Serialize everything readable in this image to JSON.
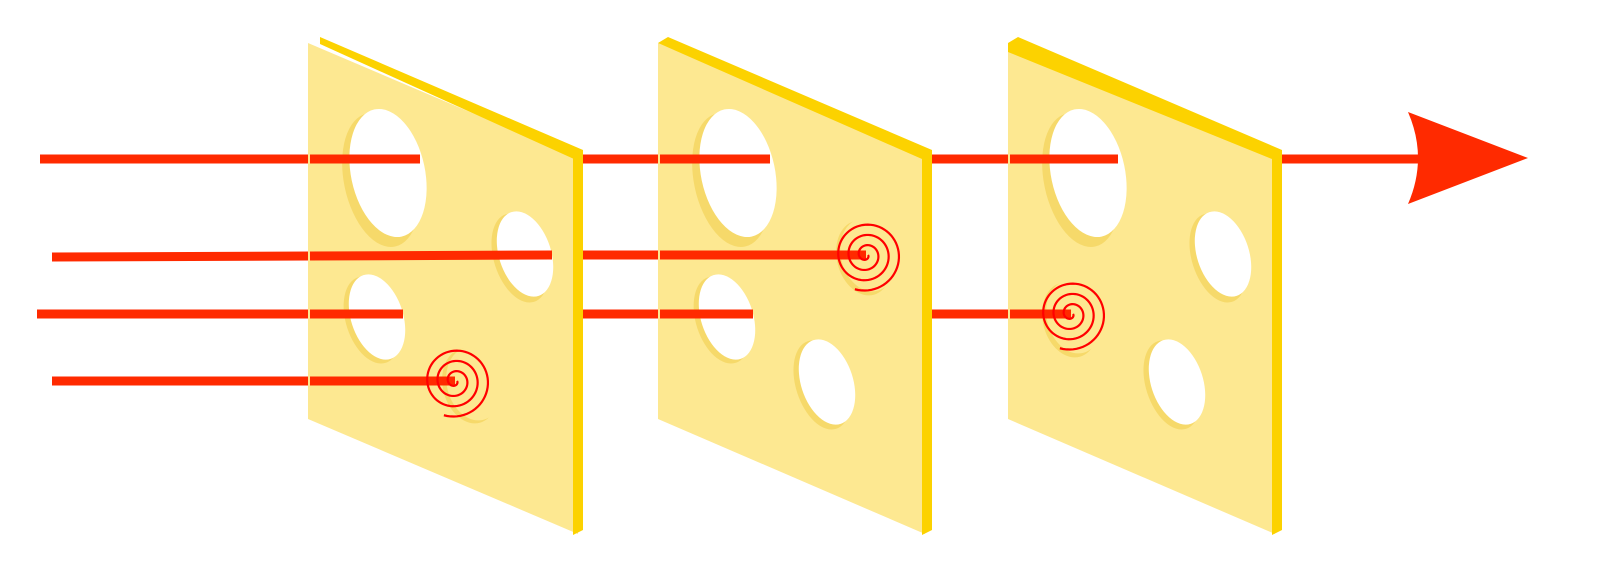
{
  "diagram": {
    "type": "swiss-cheese-model",
    "layer_count": 3,
    "ray_count": 4,
    "colors": {
      "cheese_face": "#fde891",
      "cheese_edge": "#fcd200",
      "hole_rim": "#f6d96a",
      "hole": "#ffffff",
      "ray": "#ff2a00",
      "spiral": "#ff0000",
      "background": "#ffffff"
    },
    "layers": [
      {
        "index": 1,
        "holes": 4
      },
      {
        "index": 2,
        "holes": 4
      },
      {
        "index": 3,
        "holes": 4
      }
    ],
    "rays": [
      {
        "index": 1,
        "blocked_at_layer": null,
        "arrowhead": true
      },
      {
        "index": 2,
        "blocked_at_layer": 2,
        "spiral": true
      },
      {
        "index": 3,
        "blocked_at_layer": 3,
        "spiral": true
      },
      {
        "index": 4,
        "blocked_at_layer": 1,
        "spiral": true
      }
    ]
  }
}
